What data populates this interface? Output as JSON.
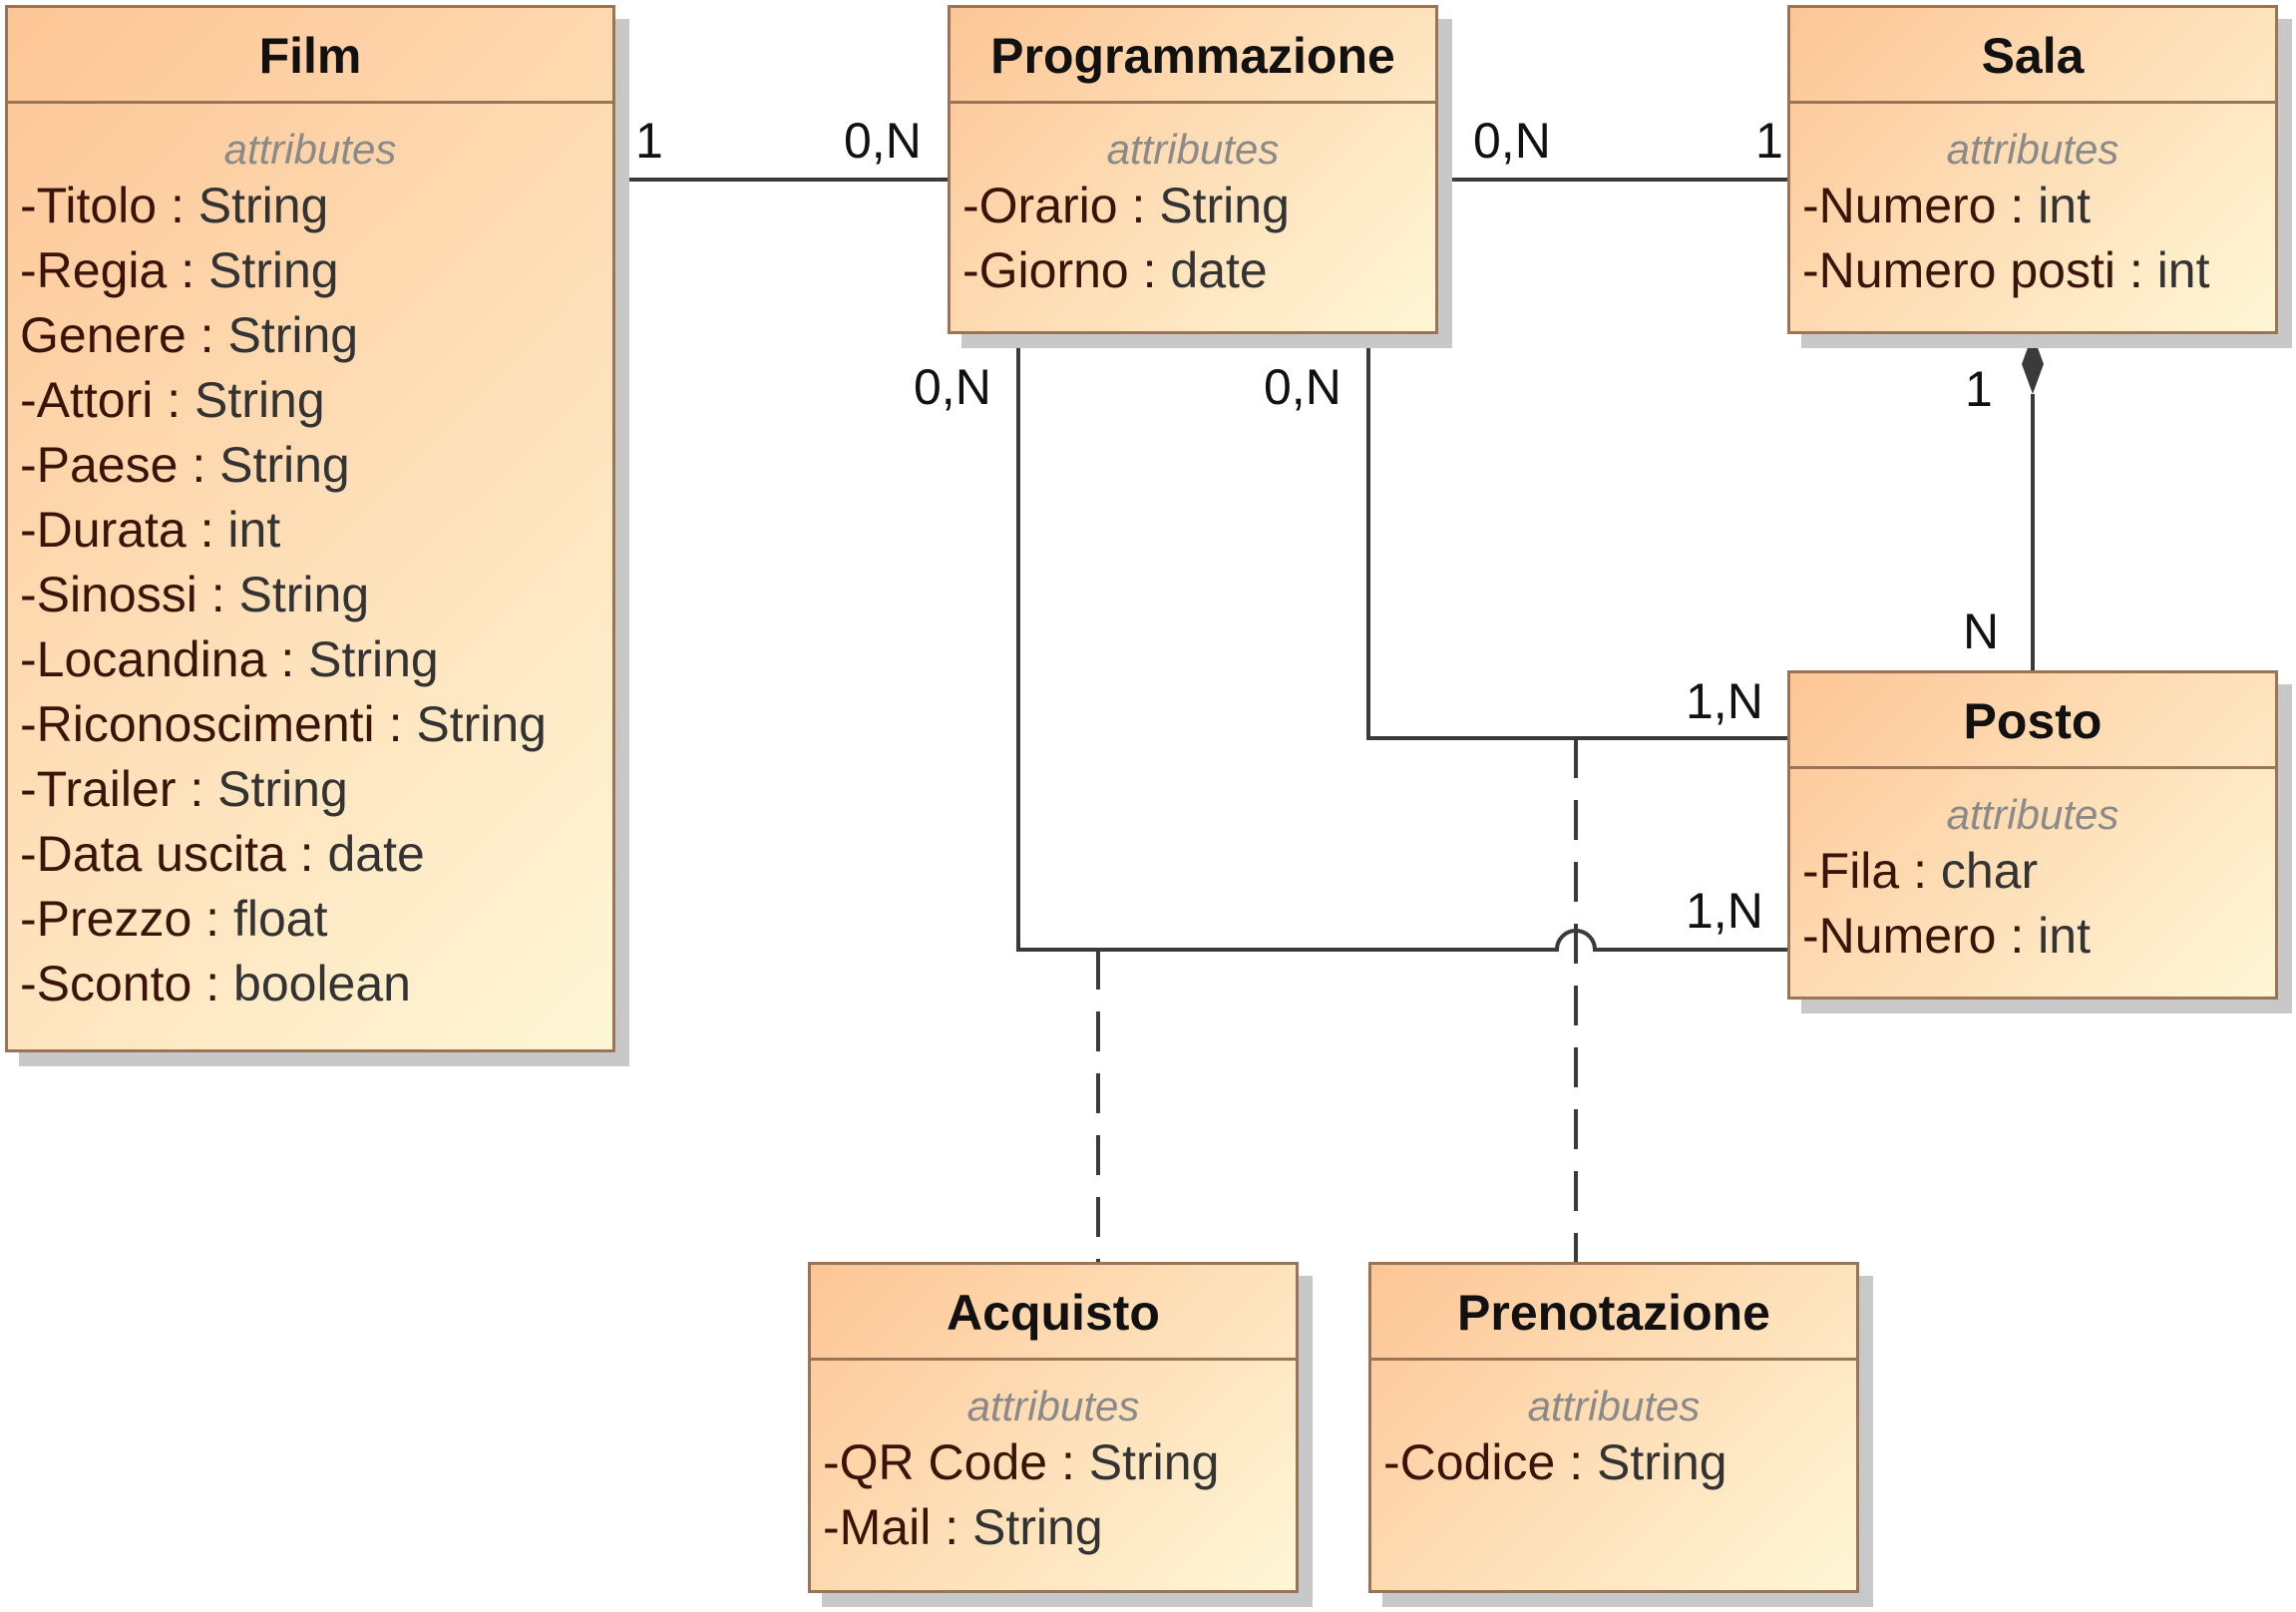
{
  "classes": {
    "film": {
      "name": "Film",
      "stereotype": "attributes",
      "attributes": [
        {
          "name": "-Titolo",
          "type": "String"
        },
        {
          "name": "-Regia",
          "type": "String"
        },
        {
          "name": " Genere",
          "type": "String"
        },
        {
          "name": "-Attori",
          "type": "String"
        },
        {
          "name": "-Paese",
          "type": "String"
        },
        {
          "name": "-Durata",
          "type": "int"
        },
        {
          "name": "-Sinossi",
          "type": "String"
        },
        {
          "name": "-Locandina",
          "type": "String"
        },
        {
          "name": "-Riconoscimenti",
          "type": "String"
        },
        {
          "name": "-Trailer",
          "type": "String"
        },
        {
          "name": "-Data uscita",
          "type": "date"
        },
        {
          "name": "-Prezzo ",
          "type": "float"
        },
        {
          "name": "-Sconto",
          "type": "boolean"
        }
      ]
    },
    "programmazione": {
      "name": "Programmazione",
      "stereotype": "attributes",
      "attributes": [
        {
          "name": "-Orario",
          "type": "String"
        },
        {
          "name": "-Giorno",
          "type": "date"
        }
      ]
    },
    "sala": {
      "name": "Sala",
      "stereotype": "attributes",
      "attributes": [
        {
          "name": "-Numero",
          "type": "int"
        },
        {
          "name": "-Numero posti",
          "type": "int"
        }
      ]
    },
    "posto": {
      "name": "Posto",
      "stereotype": "attributes",
      "attributes": [
        {
          "name": "-Fila",
          "type": "char"
        },
        {
          "name": "-Numero",
          "type": "int"
        }
      ]
    },
    "acquisto": {
      "name": "Acquisto",
      "stereotype": "attributes",
      "attributes": [
        {
          "name": "-QR Code",
          "type": "String"
        },
        {
          "name": "-Mail",
          "type": "String"
        }
      ]
    },
    "prenotazione": {
      "name": "Prenotazione",
      "stereotype": "attributes",
      "attributes": [
        {
          "name": "-Codice",
          "type": "String"
        }
      ]
    }
  },
  "multiplicities": {
    "film_prog_film": "1",
    "film_prog_prog": "0,N",
    "prog_sala_prog": "0,N",
    "prog_sala_sala": "1",
    "prog_posto_acq_prog": "0,N",
    "prog_posto_pren_prog": "0,N",
    "sala_posto_sala": "1",
    "sala_posto_posto": "N",
    "posto_pren": "1,N",
    "posto_acq": "1,N"
  },
  "colors": {
    "class_fill_start": "#fdc595",
    "class_fill_end": "#fff7d6",
    "class_border": "#9a7456",
    "line": "#3a3a3a"
  }
}
